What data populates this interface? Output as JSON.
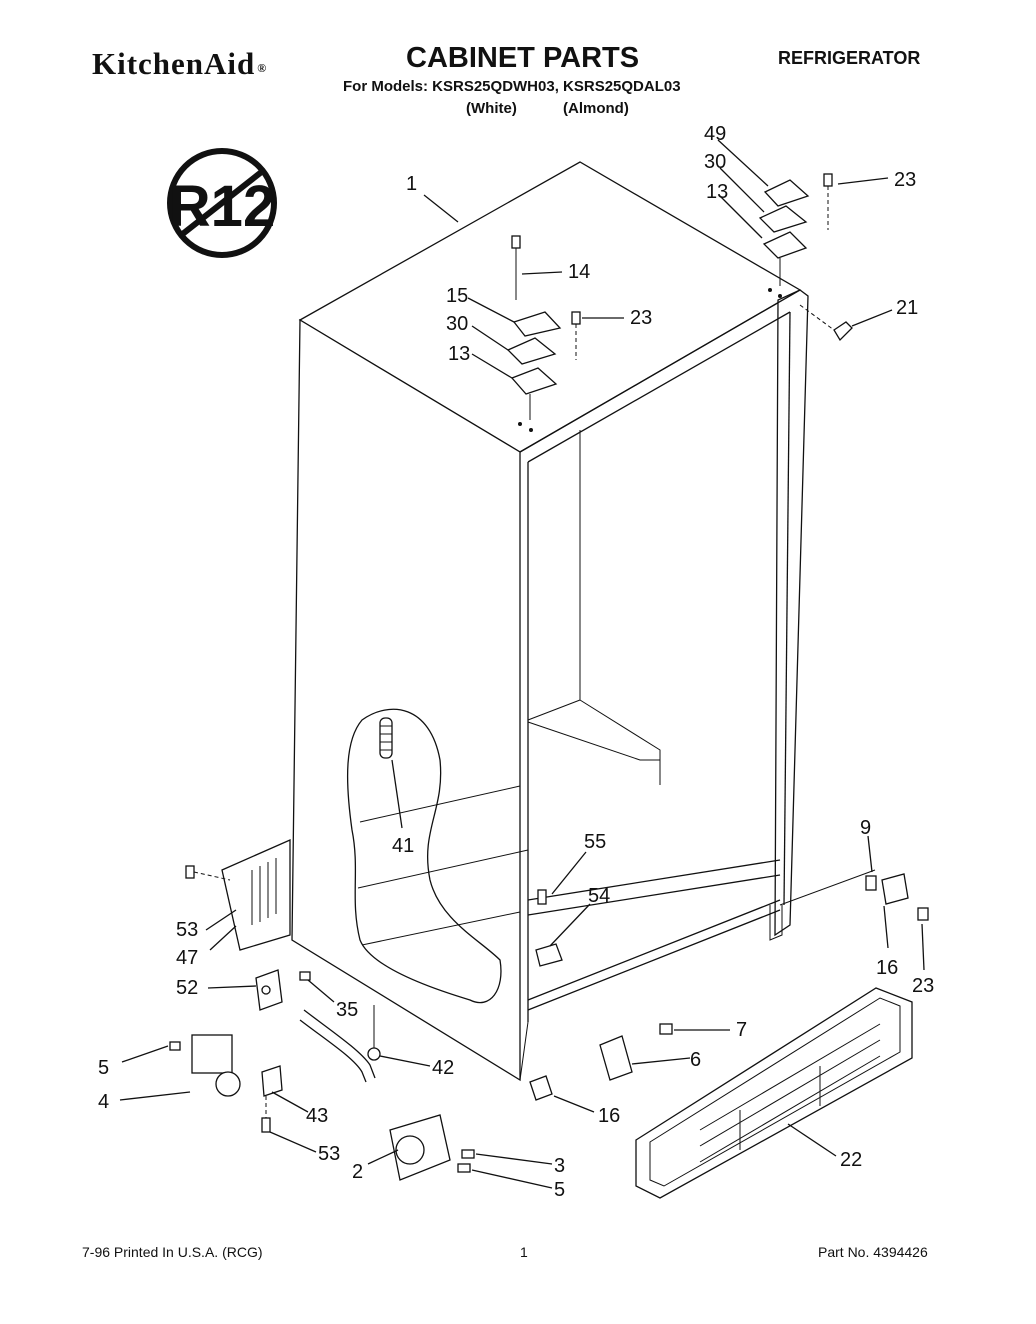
{
  "header": {
    "brand": "KitchenAid",
    "title": "CABINET PARTS",
    "category": "REFRIGERATOR",
    "subtitle": "For Models: KSRS25QDWH03, KSRS25QDAL03",
    "variant_white": "(White)",
    "variant_almond": "(Almond)"
  },
  "badge": {
    "text": "R12"
  },
  "callouts": [
    "1",
    "49",
    "30",
    "13",
    "23",
    "14",
    "15",
    "30",
    "23",
    "13",
    "21",
    "41",
    "9",
    "55",
    "54",
    "53",
    "47",
    "16",
    "23",
    "52",
    "35",
    "7",
    "5",
    "42",
    "6",
    "4",
    "43",
    "16",
    "53",
    "22",
    "3",
    "2",
    "5"
  ],
  "footer": {
    "left": "7-96 Printed In U.S.A. (RCG)",
    "center": "1",
    "right": "Part No. 4394426"
  },
  "colors": {
    "ink": "#111111",
    "paper": "#ffffff"
  }
}
